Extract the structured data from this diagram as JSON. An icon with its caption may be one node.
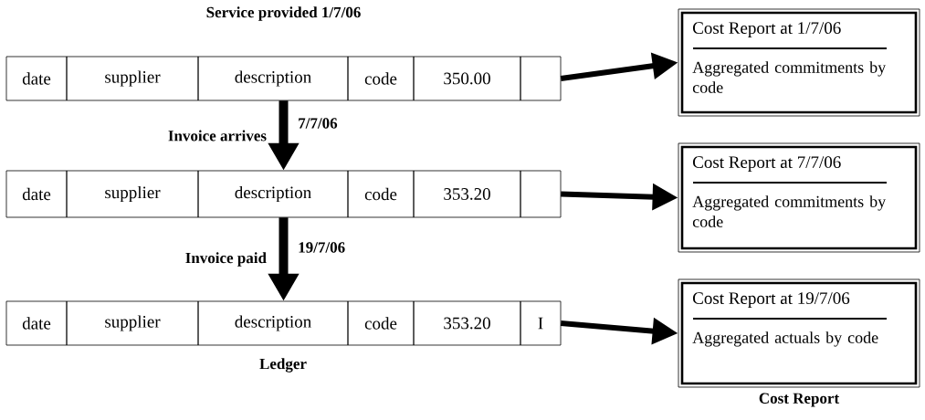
{
  "diagram": {
    "nodes": [
      {
        "text": [
          "date",
          "supplier",
          "description",
          "code",
          "350.00"
        ],
        "beside": [
          "Service provided 1/7/06"
        ]
      },
      {
        "text": [
          "date",
          "supplier",
          "description",
          "code",
          "353.20"
        ]
      },
      {
        "text": [
          "date",
          "supplier",
          "description",
          "code",
          "353.20",
          "I"
        ]
      },
      {
        "text": [
          "Cost Report at 1/7/06",
          "Aggregated commitments by code"
        ]
      },
      {
        "text": [
          "Cost Report at 7/7/06",
          "Aggregated commitments by code"
        ]
      },
      {
        "text": [
          "Cost Report at 19/7/06",
          "Aggregated actuals by code"
        ]
      }
    ],
    "edges": [
      {
        "from": 0,
        "to": 1,
        "arrow": "to",
        "label": "Invoice arrives"
      },
      {
        "from": 1,
        "to": 2,
        "arrow": "to",
        "label": "Invoice paid"
      },
      {
        "from": 0,
        "to": 3,
        "arrow": "to"
      },
      {
        "from": 1,
        "to": 4,
        "arrow": "to"
      },
      {
        "from": 2,
        "to": 5,
        "arrow": "to"
      }
    ],
    "labels": [
      "7/7/06",
      "19/7/06",
      "Ledger",
      "Cost Report"
    ]
  }
}
